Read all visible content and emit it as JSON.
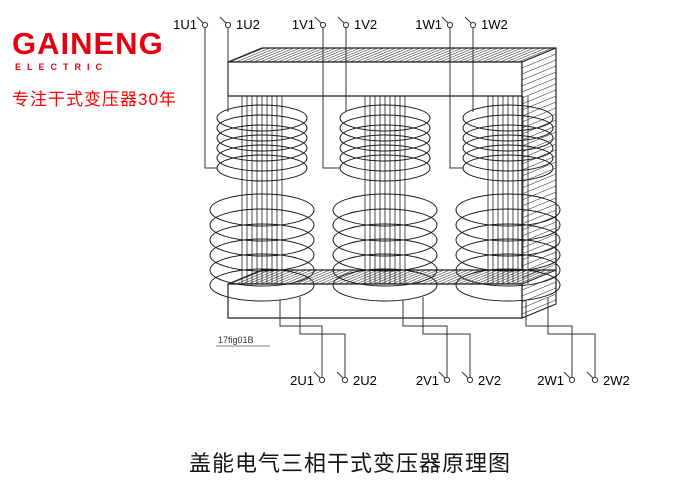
{
  "logo": {
    "name": "GAINENG",
    "subtitle": "ELECTRIC",
    "tagline": "专注干式变压器30年",
    "brand_color": "#e60012"
  },
  "diagram": {
    "figure_label": "17fig01B",
    "top_terminals": [
      "1U1",
      "1U2",
      "1V1",
      "1V2",
      "1W1",
      "1W2"
    ],
    "bottom_terminals": [
      "2U1",
      "2U2",
      "2V1",
      "2V2",
      "2W1",
      "2W2"
    ]
  },
  "caption": {
    "text": "盖能电气三相干式变压器原理图"
  }
}
